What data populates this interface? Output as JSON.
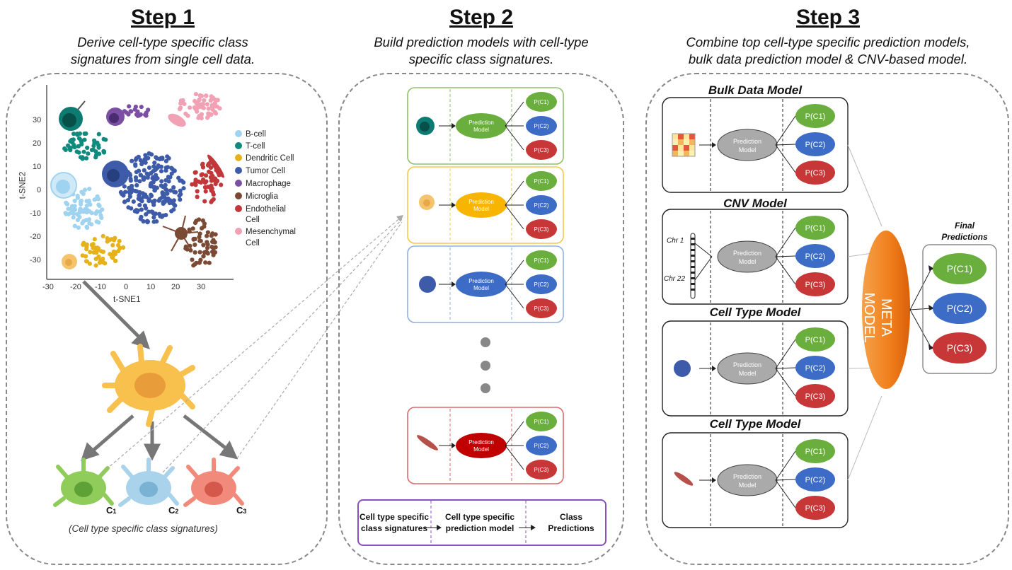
{
  "step1": {
    "title": "Step 1",
    "subtitle_line1": "Derive cell-type specific class",
    "subtitle_line2": "signatures from single cell data.",
    "xlabel": "t-SNE1",
    "ylabel": "t-SNE2",
    "xticks": [
      "-30",
      "-20",
      "-10",
      "0",
      "10",
      "20",
      "30"
    ],
    "yticks": [
      "30",
      "20",
      "10",
      "0",
      "-10",
      "-20",
      "-30"
    ],
    "legend": [
      {
        "label": "B-cell",
        "color": "#9fd3f0"
      },
      {
        "label": "T-cell",
        "color": "#118a7e"
      },
      {
        "label": "Dendritic Cell",
        "color": "#e6b21c"
      },
      {
        "label": "Tumor Cell",
        "color": "#3e5ba9"
      },
      {
        "label": "Macrophage",
        "color": "#7b4fa3"
      },
      {
        "label": "Microglia",
        "color": "#7b4a35"
      },
      {
        "label": "Endothelial",
        "color": "#c0383a"
      },
      {
        "label": "Cell",
        "color": ""
      },
      {
        "label": "Mesenchymal",
        "color": "#f2a0b4"
      },
      {
        "label": "Cell",
        "color": ""
      }
    ],
    "signatures": [
      "C1",
      "C2",
      "C3"
    ],
    "caption": "(Cell type specific class signatures)"
  },
  "step2": {
    "title": "Step 2",
    "subtitle_line1": "Build prediction models with cell-type",
    "subtitle_line2": "specific class signatures.",
    "model_label_line1": "Prediction",
    "model_label_line2": "Model",
    "outputs": [
      "P(C1)",
      "P(C2)",
      "P(C3)"
    ],
    "legend_labels": [
      {
        "line1": "Cell type specific",
        "line2": "class signatures"
      },
      {
        "line1": "Cell type specific",
        "line2": "prediction model"
      },
      {
        "line1": "Class",
        "line2": "Predictions"
      }
    ]
  },
  "step3": {
    "title": "Step 3",
    "subtitle_line1": "Combine top cell-type specific prediction models,",
    "subtitle_line2": "bulk data prediction model & CNV-based model.",
    "models": [
      {
        "title": "Bulk Data Model"
      },
      {
        "title": "CNV Model"
      },
      {
        "title": "Cell Type Model"
      },
      {
        "title": "Cell Type Model"
      }
    ],
    "chr_labels": [
      "Chr 1",
      "Chr 22"
    ],
    "model_label_line1": "Prediction",
    "model_label_line2": "Model",
    "outputs": [
      "P(C1)",
      "P(C2)",
      "P(C3)"
    ],
    "meta_line1": "META",
    "meta_line2": "MODEL",
    "final_line1": "Final",
    "final_line2": "Predictions"
  },
  "colors": {
    "green": "#6aaf3d",
    "blue": "#3d6cc7",
    "red": "#c83737",
    "orange": "#f07d1a",
    "grey": "#999999"
  }
}
